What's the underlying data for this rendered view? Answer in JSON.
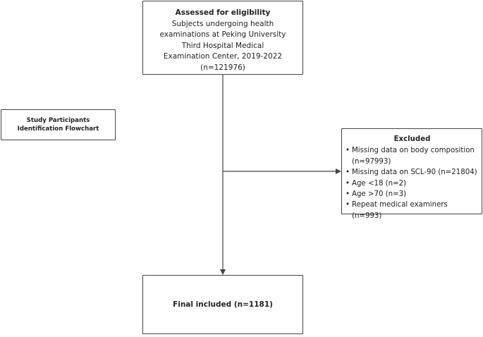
{
  "eligibility": {
    "title": "Assessed for eligibility",
    "lines": [
      "Subjects undergoing health",
      "examinations at Peking University",
      "Third Hospital Medical",
      "Examination Center, 2019-2022",
      "(n=121976)"
    ]
  },
  "side_label": {
    "lines": [
      "Study Participants",
      "Identification Flowchart"
    ]
  },
  "excluded": {
    "title": "Excluded",
    "items": [
      "Missing data on body composition (n=97993)",
      "Missing data on SCL-90 (n=21804)",
      "Age <18 (n=2)",
      "Age >70 (n=3)",
      "Repeat medical examiners (n=993)"
    ]
  },
  "final": {
    "label": "Final included (n=1181)"
  },
  "colors": {
    "line": "#444444",
    "text": "#222222"
  }
}
